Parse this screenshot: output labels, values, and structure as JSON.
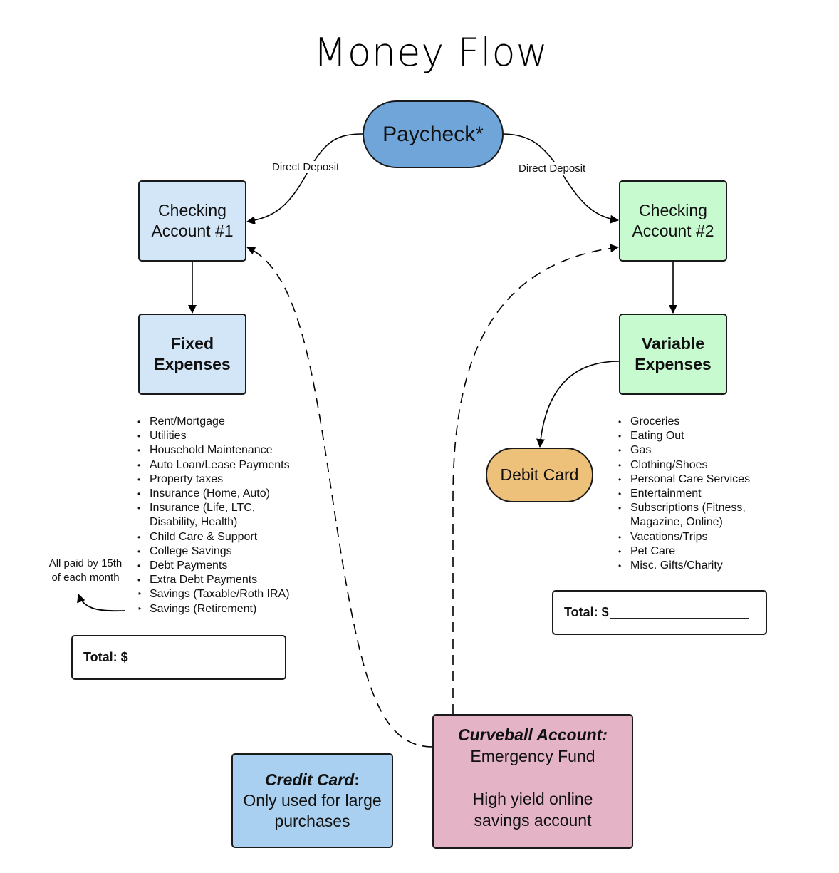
{
  "title": "Money Flow",
  "nodes": {
    "paycheck": {
      "label": "Paycheck*",
      "color": "#6fa5d9"
    },
    "checking1": {
      "line1": "Checking",
      "line2": "Account #1",
      "color": "#d3e6f8"
    },
    "checking2": {
      "line1": "Checking",
      "line2": "Account #2",
      "color": "#c8fad0"
    },
    "fixed": {
      "line1": "Fixed",
      "line2": "Expenses",
      "color": "#d3e6f8"
    },
    "variable": {
      "line1": "Variable",
      "line2": "Expenses",
      "color": "#c8fad0"
    },
    "debit": {
      "label": "Debit Card",
      "color": "#eec17b"
    },
    "credit": {
      "title": "Credit Card",
      "title_suffix": ":",
      "line1": "Only used for large",
      "line2": "purchases",
      "color": "#a9d0f0"
    },
    "curveball": {
      "title": "Curveball Account:",
      "line1": "Emergency Fund",
      "line2": "High yield online",
      "line3": "savings account",
      "color": "#e4b3c5"
    }
  },
  "edges": {
    "left_label": "Direct Deposit",
    "right_label": "Direct Deposit"
  },
  "fixed_list": [
    {
      "bullet": "•",
      "text": "Rent/Mortgage"
    },
    {
      "bullet": "•",
      "text": "Utilities"
    },
    {
      "bullet": "•",
      "text": "Household Maintenance"
    },
    {
      "bullet": "•",
      "text": "Auto Loan/Lease Payments"
    },
    {
      "bullet": "•",
      "text": "Property taxes"
    },
    {
      "bullet": "•",
      "text": "Insurance (Home, Auto)"
    },
    {
      "bullet": "•",
      "text": "Insurance (Life, LTC,"
    },
    {
      "bullet": "",
      "text": "Disability, Health)"
    },
    {
      "bullet": "•",
      "text": "Child Care & Support"
    },
    {
      "bullet": "•",
      "text": "College Savings"
    },
    {
      "bullet": "•",
      "text": "Debt Payments"
    },
    {
      "bullet": "•",
      "text": "Extra Debt Payments"
    },
    {
      "bullet": "‣",
      "text": "Savings (Taxable/Roth IRA)"
    },
    {
      "bullet": "‣",
      "text": "Savings (Retirement)"
    }
  ],
  "variable_list": [
    {
      "bullet": "•",
      "text": "Groceries"
    },
    {
      "bullet": "•",
      "text": "Eating Out"
    },
    {
      "bullet": "•",
      "text": "Gas"
    },
    {
      "bullet": "•",
      "text": "Clothing/Shoes"
    },
    {
      "bullet": "•",
      "text": "Personal Care Services"
    },
    {
      "bullet": "•",
      "text": "Entertainment"
    },
    {
      "bullet": "•",
      "text": "Subscriptions (Fitness,"
    },
    {
      "bullet": "",
      "text": "Magazine, Online)"
    },
    {
      "bullet": "•",
      "text": "Vacations/Trips"
    },
    {
      "bullet": "•",
      "text": "Pet Care"
    },
    {
      "bullet": "•",
      "text": "Misc. Gifts/Charity"
    }
  ],
  "note": {
    "line1": "All paid by 15th",
    "line2": "of each month"
  },
  "totals": {
    "fixed_label": "Total: $",
    "variable_label": "Total: $"
  }
}
